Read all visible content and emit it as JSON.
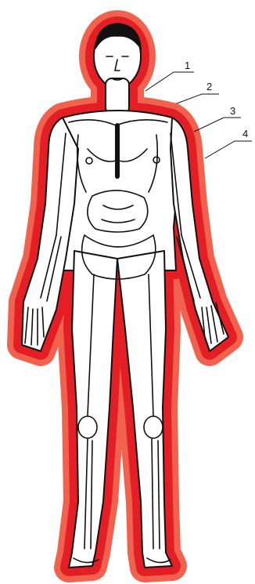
{
  "figure": {
    "callouts": [
      {
        "id": "1",
        "label": "1"
      },
      {
        "id": "2",
        "label": "2"
      },
      {
        "id": "3",
        "label": "3"
      },
      {
        "id": "4",
        "label": "4"
      }
    ]
  },
  "colors": {
    "outer_halo": "#f0624d",
    "inner_halo": "#e31e24",
    "body_fill": "#ffffff",
    "ink": "#111111"
  }
}
